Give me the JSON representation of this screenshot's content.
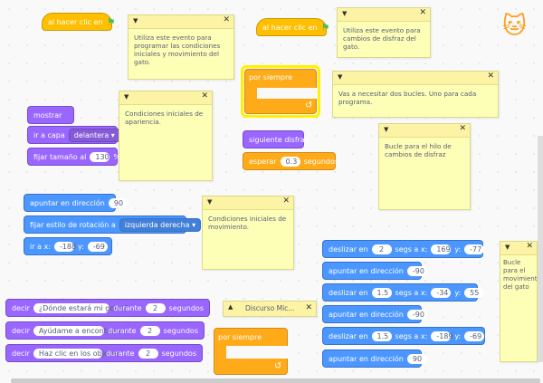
{
  "scripts": {
    "flag_click_1": "al hacer clic en",
    "flag_click_2": "al hacer clic en",
    "forever_1": "por siempre",
    "forever_2": "por siempre",
    "show": "mostrar",
    "go_layer": "ir a capa",
    "layer_value": "delantera",
    "set_size": "fijar tamaño al",
    "size_value": "130",
    "size_unit": "%",
    "next_costume": "siguiente disfraz",
    "wait": "esperar",
    "wait_value": "0.3",
    "seconds": "segundos",
    "point_dir": "apuntar en dirección",
    "point_dir_value": "90",
    "rotation_style": "fijar estilo de rotación a",
    "rotation_value": "izquierda derecha",
    "goto": "ir a x:",
    "goto_x": "-188",
    "y_label": "y:",
    "goto_y": "-69",
    "glide1_label": "deslizar en",
    "glide1_secs": "2",
    "glide1_mid": "segs a x:",
    "glide1_x": "169",
    "glide1_y": "-77",
    "point_a": "apuntar en dirección",
    "point_a_val": "-90",
    "glide2_label": "deslizar en",
    "glide2_secs": "1.5",
    "glide2_mid": "segs a x:",
    "glide2_x": "-34",
    "glide2_y": "55",
    "point_b": "apuntar en dirección",
    "point_b_val": "-90",
    "glide3_label": "deslizar en",
    "glide3_secs": "1.5",
    "glide3_mid": "segs a x:",
    "glide3_x": "-189",
    "glide3_y": "-69",
    "point_c": "apuntar en dirección",
    "point_c_val": "90",
    "say": "decir",
    "say1_text": "¿Dónde estará mi gorra?",
    "say1_for": "durante",
    "say1_secs": "2",
    "say2_text": "Ayúdame a encontrarla",
    "say2_for": "durante",
    "say2_secs": "2",
    "say3_text": "Haz clic en los objetos",
    "say3_for": "durante",
    "say3_secs": "2",
    "say_unit": "segundos"
  },
  "notes": {
    "n1": "Utiliza este evento para programar las condiciones iniciales y movimiento del gato.",
    "n2": "Utiliza este evento para cambios de disfraz del gato.",
    "n3": "Vas a necesitar dos bucles. Uno para cada programa.",
    "n4": "Condiciones iniciales de apariencia.",
    "n5": "Bucle para el hilo de cambios de disfraz",
    "n6": "Condiciones iniciales de movimiento.",
    "n7": "Bucle para el movimiento del gato",
    "n8": "Discurso Mic..."
  }
}
